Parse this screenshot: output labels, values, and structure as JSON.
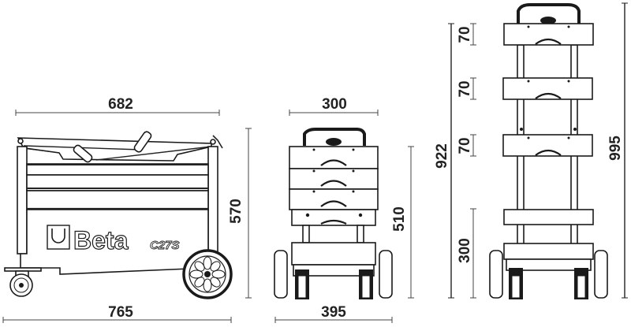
{
  "product": {
    "brand": "Beta",
    "model": "C27S"
  },
  "views": {
    "side": {
      "top_width": "682",
      "bottom_width": "765",
      "height": "570"
    },
    "front_closed": {
      "top_width": "300",
      "bottom_width": "395",
      "height": "510"
    },
    "front_extended": {
      "tray_heights": [
        "70",
        "70",
        "70"
      ],
      "base_height": "300",
      "height_to_top_tray": "922",
      "total_height": "995"
    }
  },
  "colors": {
    "line": "#1a1a1a",
    "background": "#ffffff"
  }
}
